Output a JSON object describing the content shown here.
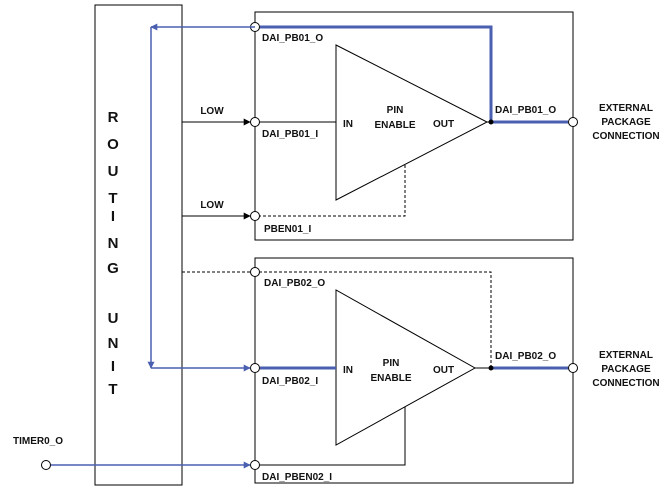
{
  "routing_unit": {
    "letters": [
      "R",
      "O",
      "U",
      "T",
      "I",
      "N",
      "G",
      "",
      "U",
      "N",
      "I",
      "T"
    ]
  },
  "block1": {
    "output_signal": "DAI_PB01_O",
    "input_signal": "DAI_PB01_I",
    "enable_signal": "PBEN01_I",
    "pin_signal": "DAI_PB01_O",
    "buffer_in": "IN",
    "buffer_label_1": "PIN",
    "buffer_label_2": "ENABLE",
    "buffer_out": "OUT",
    "low_in": "LOW",
    "low_enable": "LOW",
    "external_1": "EXTERNAL",
    "external_2": "PACKAGE",
    "external_3": "CONNECTION"
  },
  "block2": {
    "output_signal": "DAI_PB02_O",
    "input_signal": "DAI_PB02_I",
    "enable_signal": "DAI_PBEN02_I",
    "pin_signal": "DAI_PB02_O",
    "buffer_in": "IN",
    "buffer_label_1": "PIN",
    "buffer_label_2": "ENABLE",
    "buffer_out": "OUT",
    "external_1": "EXTERNAL",
    "external_2": "PACKAGE",
    "external_3": "CONNECTION"
  },
  "timer": {
    "label": "TIMER0_O"
  },
  "colors": {
    "signal_path": "#4a5fb0",
    "wire": "#000000"
  }
}
